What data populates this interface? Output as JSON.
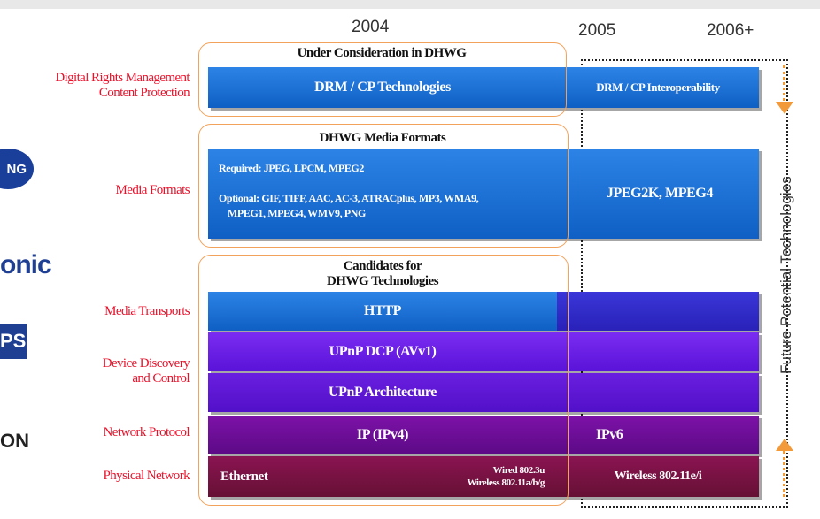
{
  "years": [
    "2004",
    "2005",
    "2006+"
  ],
  "row_labels": {
    "drm_line1": "Digital Rights Management",
    "drm_line2": "Content Protection",
    "media_formats": "Media Formats",
    "media_transports": "Media Transports",
    "device_line1": "Device Discovery",
    "device_line2": "and Control",
    "network_protocol": "Network Protocol",
    "physical_network": "Physical Network"
  },
  "groups": {
    "under_consideration": "Under Consideration in DHWG",
    "media_formats": "DHWG Media Formats",
    "candidates_line1": "Candidates for",
    "candidates_line2": "DHWG Technologies"
  },
  "bars": {
    "drm": "DRM / CP Technologies",
    "drm_future": "DRM / CP Interoperability",
    "required": "Required:  JPEG, LPCM, MPEG2",
    "optional_line1": "Optional:  GIF,  TIFF,  AAC,  AC-3,  ATRACplus,  MP3,  WMA9,",
    "optional_line2": "MPEG1,  MPEG4,  WMV9,  PNG",
    "formats_future": "JPEG2K, MPEG4",
    "http": "HTTP",
    "upnp_dcp": "UPnP DCP  (AVv1)",
    "upnp_arch": "UPnP Architecture",
    "ip": "IP (IPv4)",
    "ipv6": "IPv6",
    "ethernet": "Ethernet",
    "wired": "Wired 802.3u",
    "wireless": "Wireless 802.11a/b/g",
    "wireless_future": "Wireless 802.11e/i"
  },
  "future_label": "Future Potential Technologies",
  "logos": [
    "NG",
    "onic",
    "PS",
    "ON"
  ]
}
